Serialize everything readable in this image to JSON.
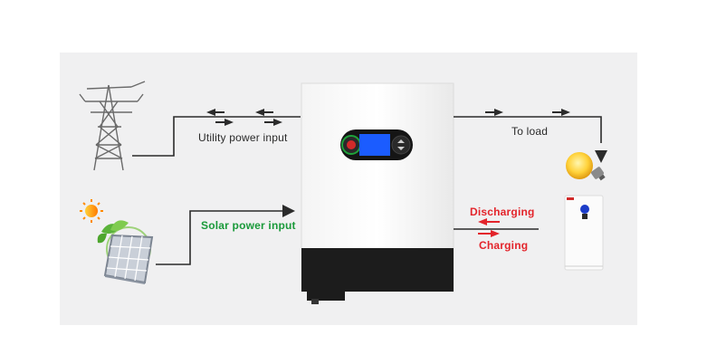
{
  "labels": {
    "utility": "Utility power input",
    "solar": "Solar power input",
    "load": "To load",
    "discharging": "Discharging",
    "charging": "Charging"
  },
  "colors": {
    "background": "#f0f0f1",
    "line": "#2b2b2b",
    "solar_text": "#1a9a3a",
    "battery_text": "#e3242b",
    "lcd_blue": "#1b5cff",
    "inverter_body": "#ffffff",
    "inverter_base": "#1c1c1c"
  },
  "icons": {
    "grid": "power-pylon-icon",
    "solar": "solar-panel-icon",
    "sun": "sun-icon",
    "leaves": "leaf-icon",
    "inverter": "hybrid-inverter-icon",
    "load": "light-bulb-icon",
    "battery": "battery-cabinet-icon"
  }
}
